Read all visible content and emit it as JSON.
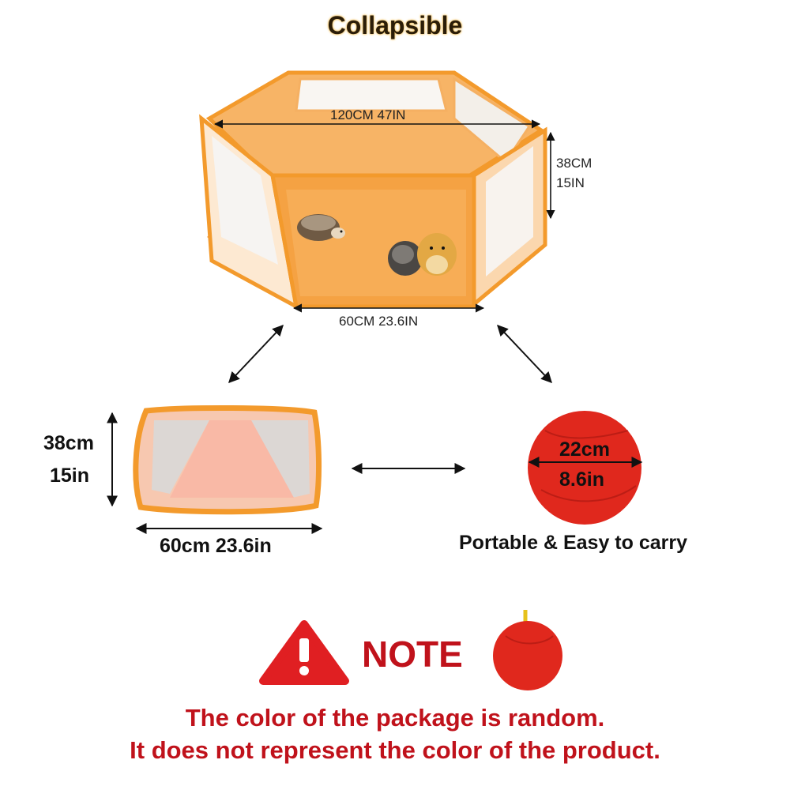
{
  "title": "Collapsible",
  "top_pen": {
    "width_label": "120CM 47IN",
    "height_label_cm": "38CM",
    "height_label_in": "15IN",
    "base_label": "60CM 23.6IN"
  },
  "folded": {
    "height_cm": "38cm",
    "height_in": "15in",
    "width_label": "60cm 23.6in"
  },
  "bag": {
    "diameter_cm": "22cm",
    "diameter_in": "8.6in",
    "caption": "Portable & Easy to carry"
  },
  "note": {
    "label": "NOTE",
    "line1": "The color of the package is random.",
    "line2": "It does not represent the color of the product."
  },
  "colors": {
    "pen_orange": "#f5a243",
    "pen_frame": "#f39a2c",
    "bag_red": "#e0281d",
    "note_red": "#c0121b",
    "warning_red": "#e01f22"
  }
}
